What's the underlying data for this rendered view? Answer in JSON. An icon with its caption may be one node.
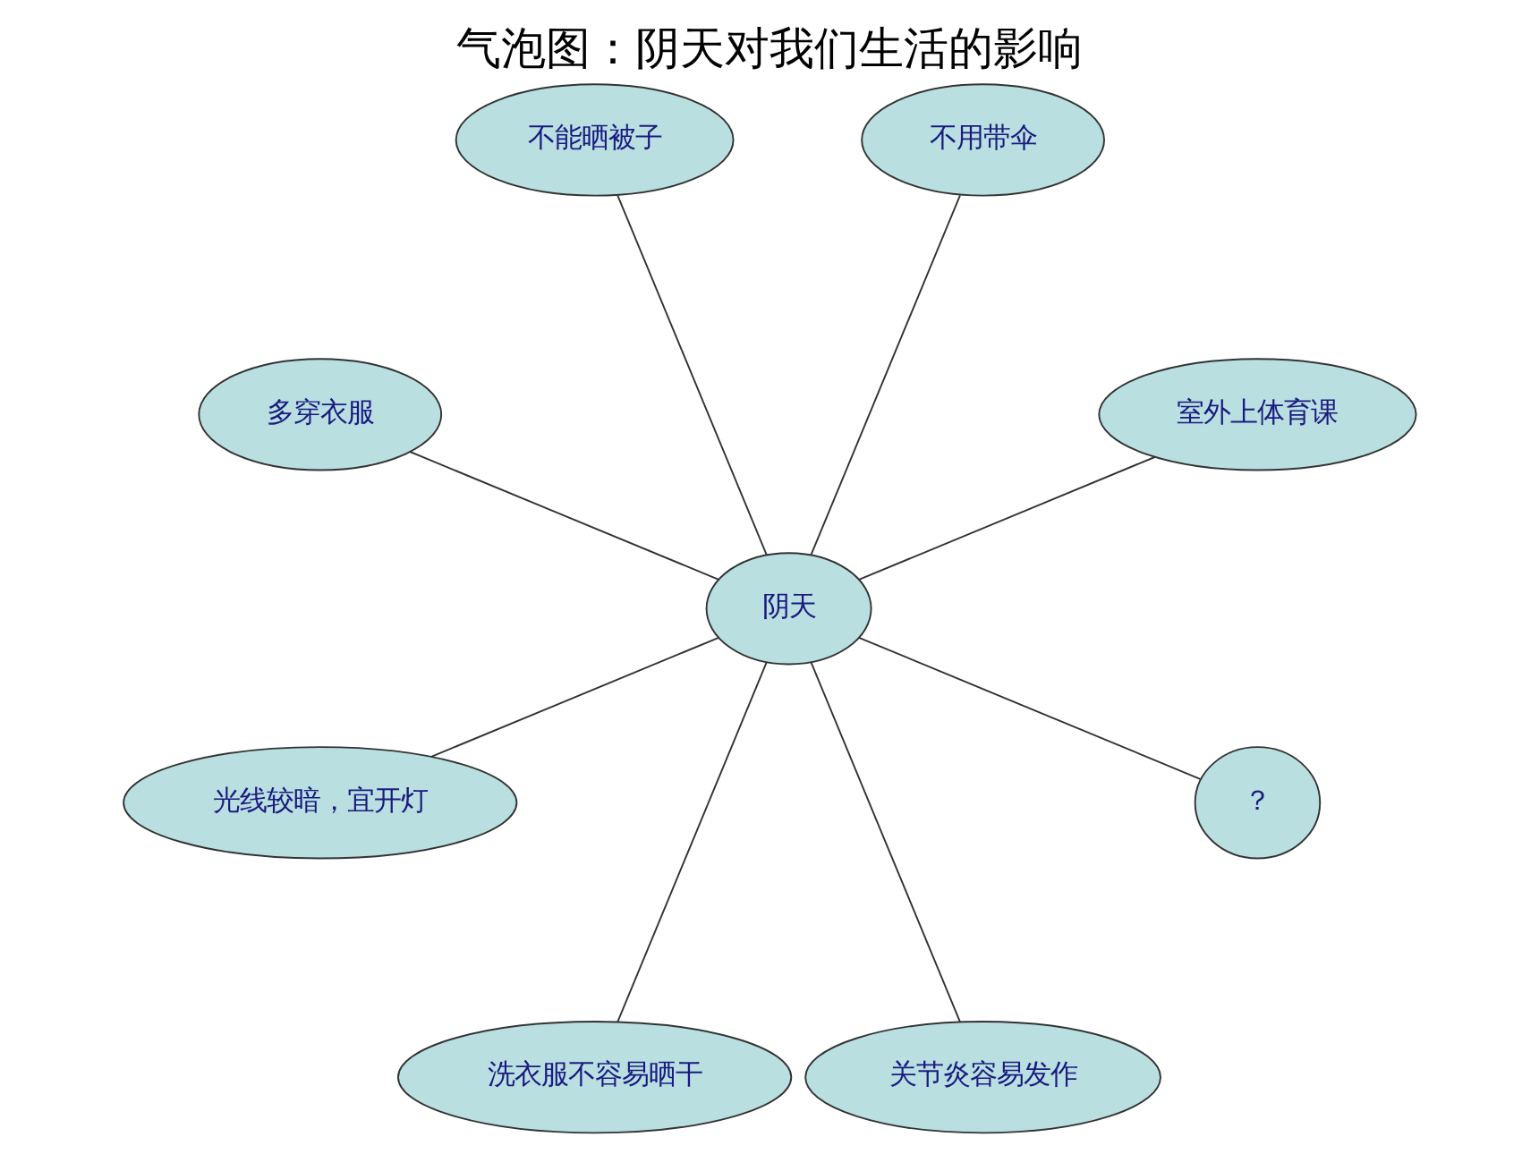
{
  "diagram": {
    "title": "气泡图：阴天对我们生活的影响",
    "nodes": [
      {
        "text": [
          "室外上体育课"
        ]
      },
      {
        "text": [
          "不用带伞"
        ]
      },
      {
        "text": [
          "不能晒被子"
        ]
      },
      {
        "text": [
          "多穿衣服"
        ]
      },
      {
        "text": [
          "阴天"
        ]
      },
      {
        "text": [
          "光线较暗，宜开灯"
        ]
      },
      {
        "text": [
          "洗衣服不容易晒干"
        ]
      },
      {
        "text": [
          "关节炎容易发作"
        ]
      },
      {
        "text": [
          "？"
        ]
      }
    ],
    "edges": [
      {
        "from": 4,
        "to": 0,
        "arrow": "none"
      },
      {
        "from": 4,
        "to": 2,
        "arrow": "none"
      },
      {
        "from": 4,
        "to": 5,
        "arrow": "none"
      },
      {
        "from": 4,
        "to": 6,
        "arrow": "none"
      },
      {
        "from": 4,
        "to": 8,
        "arrow": "none"
      },
      {
        "from": 4,
        "to": 7,
        "arrow": "none"
      },
      {
        "from": 4,
        "to": 3,
        "arrow": "none"
      },
      {
        "from": 4,
        "to": 1,
        "arrow": "none"
      }
    ]
  }
}
